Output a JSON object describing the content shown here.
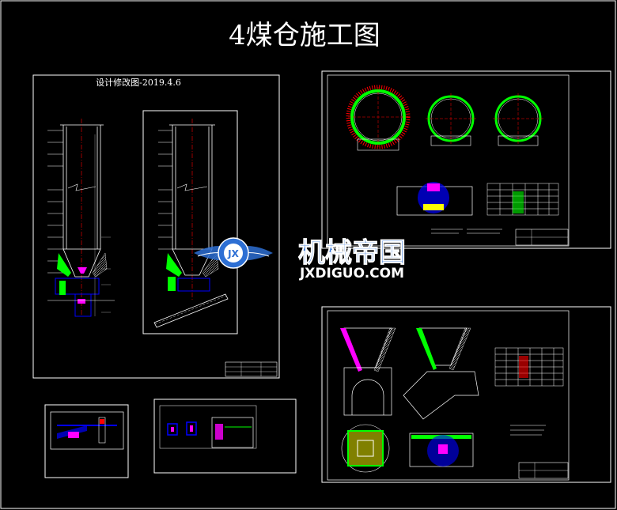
{
  "drawing": {
    "main_title": "4煤仓施工图",
    "revision_label": "设计修改图-2019.4.6"
  },
  "watermark": {
    "brand_cn": "机械帝国",
    "brand_url": "JXDIGUO.COM",
    "logo_letters": "JX"
  },
  "colors": {
    "background": "#000000",
    "frame": "#ffffff",
    "cad_green": "#00ff00",
    "cad_red": "#ff0000",
    "cad_magenta": "#ff00ff",
    "cad_blue": "#0000ff",
    "cad_yellow": "#ffff00",
    "watermark_blue": "#2d6fd4"
  }
}
